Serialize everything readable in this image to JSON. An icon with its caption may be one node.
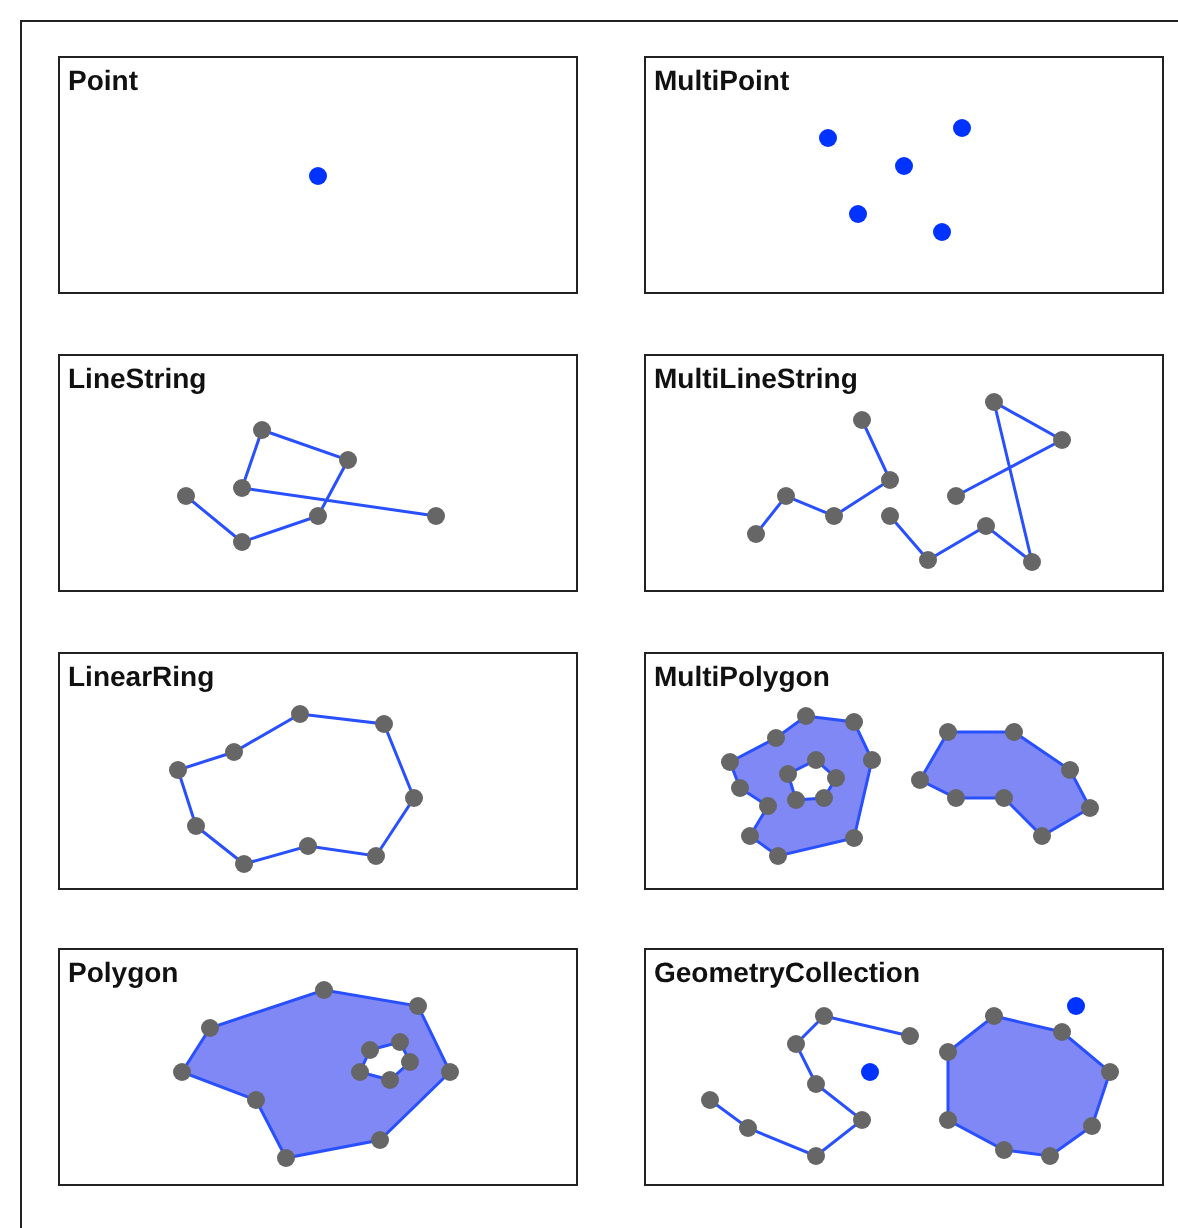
{
  "diagram": {
    "nodes": [
      {
        "text": [
          "Point"
        ]
      },
      {
        "text": [
          "MultiPoint"
        ]
      },
      {
        "text": [
          "LineString"
        ]
      },
      {
        "text": [
          "MultiLineString"
        ]
      },
      {
        "text": [
          "LinearRing"
        ]
      },
      {
        "text": [
          "MultiPolygon"
        ]
      },
      {
        "text": [
          "Polygon"
        ]
      },
      {
        "text": [
          "GeometryCollection"
        ]
      }
    ]
  }
}
